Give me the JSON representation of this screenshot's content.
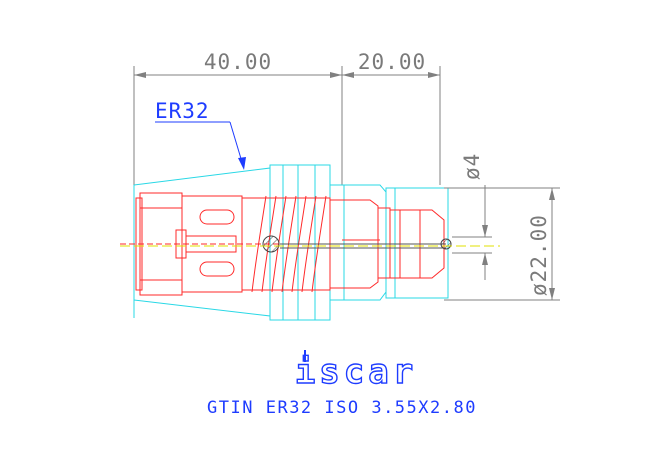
{
  "dimensions": {
    "length_a": "40.00",
    "length_b": "20.00",
    "diameter_small": "ø4",
    "diameter_large": "ø22.00"
  },
  "callout": "ER32",
  "brand": "iscar",
  "caption": "GTIN ER32 ISO 3.55X2.80",
  "colors": {
    "dimension": "#808080",
    "body_outline": "#2ad8e6",
    "collet": "#ff2a2a",
    "leader": "#1e3cff",
    "brand": "#1e3cff"
  }
}
